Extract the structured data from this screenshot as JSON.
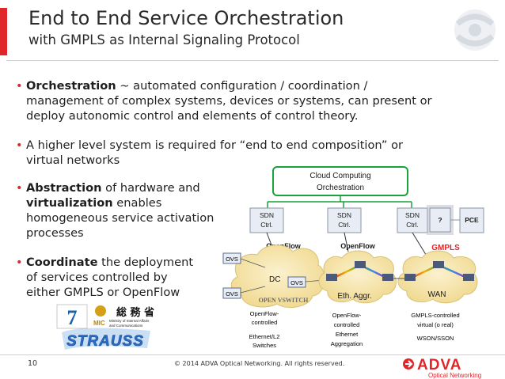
{
  "header": {
    "title": "End to End Service Orchestration",
    "subtitle": "with GMPLS as Internal Signaling Protocol"
  },
  "bullets": [
    {
      "bold": "Orchestration",
      "lines": [
        " ~ automated configuration / coordination /",
        "management of complex systems, devices or systems, can present or",
        "deploy autonomic control and elements of control theory."
      ]
    },
    {
      "bold": "",
      "lines": [
        "A higher level system is required for “end to end composition” or",
        "virtual networks"
      ]
    },
    {
      "bold": "Abstraction",
      "lines": [
        " of hardware and",
        "virtualization",
        " enables",
        "homogeneous service activation",
        "processes"
      ]
    },
    {
      "bold": "Coordinate",
      "lines": [
        " the deployment",
        "of services controlled by",
        "either GMPLS or OpenFlow"
      ]
    }
  ],
  "diagram": {
    "cloud_box": [
      "Cloud Computing",
      "Orchestration"
    ],
    "sdn1": [
      "SDN",
      "Ctrl."
    ],
    "sdn2": [
      "SDN",
      "Ctrl."
    ],
    "sdn3": [
      "SDN",
      "Ctrl."
    ],
    "question": "?",
    "pce": "PCE",
    "openflow1": "OpenFlow",
    "openflow2": "OpenFlow",
    "gmpls": "GMPLS",
    "ovs": "OVS",
    "dc": "DC",
    "openvswitch": "OPEN VSWITCH",
    "eth_aggr": "Eth. Aggr.",
    "wan": "WAN",
    "cap1": [
      "OpenFlow-",
      "controlled",
      "",
      "Ethernet/L2",
      "Switches"
    ],
    "cap2": [
      "OpenFlow-",
      "controlled",
      "Ethernet",
      "Aggregation"
    ],
    "cap3": [
      "GMPLS-controlled",
      "virtual (o real)",
      "",
      "WSON/SSON"
    ]
  },
  "logos": {
    "fp7": "7",
    "mic_kanji": "総 務 省",
    "mic": "MIC",
    "mic_text": [
      "Ministry of Internal Affairs",
      "and Communications"
    ],
    "strauss": "STRAUSS"
  },
  "footer": {
    "page": "10",
    "copyright": "© 2014 ADVA Optical Networking. All rights reserved.",
    "adva": "ADVA",
    "adva_sub": "Optical Networking"
  },
  "colors": {
    "accent": "#e0262a",
    "green": "#1aa33a",
    "gmpls": "#e0262a",
    "cloud": "#f6e6b4"
  }
}
